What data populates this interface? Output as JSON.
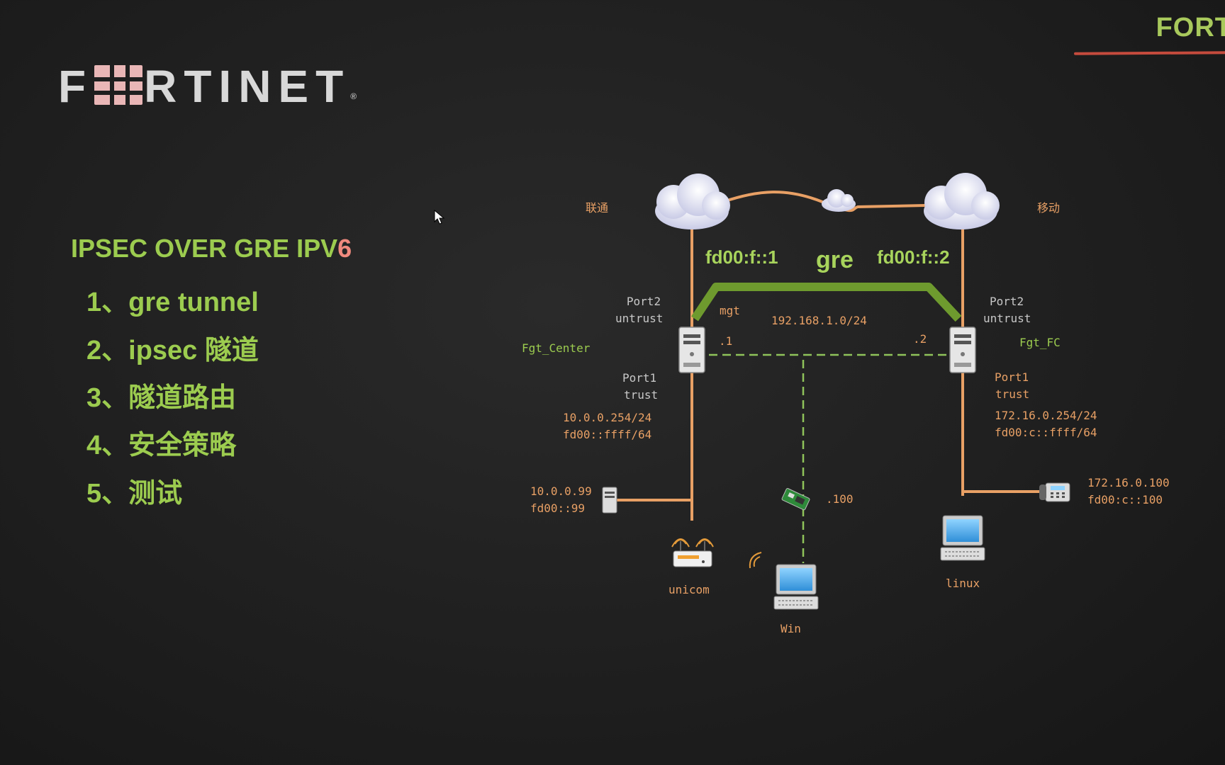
{
  "header": {
    "logo_text_1": "F",
    "logo_text_2": "RTINET",
    "logo_mark": "®",
    "corner_title": "FORT"
  },
  "slide": {
    "title_main": "IPSEC OVER GRE IPV",
    "title_accent": "6",
    "steps": [
      "1、gre tunnel",
      "2、ipsec 隧道",
      "3、隧道路由",
      "4、安全策略",
      "5、测试"
    ]
  },
  "diagram": {
    "isp_left": "联通",
    "isp_right": "移动",
    "tunnel_left_ip": "fd00:f::1",
    "tunnel_label": "gre",
    "tunnel_right_ip": "fd00:f::2",
    "left_fw": {
      "port2": "Port2",
      "port2_zone": "untrust",
      "name": "Fgt_Center",
      "port1": "Port1",
      "port1_zone": "trust",
      "ipv4": "10.0.0.254/24",
      "ipv6": "fd00::ffff/64",
      "mgt_ip": ".1"
    },
    "right_fw": {
      "port2": "Port2",
      "port2_zone": "untrust",
      "name": "Fgt_FC",
      "port1": "Port1",
      "port1_zone": "trust",
      "ipv4": "172.16.0.254/24",
      "ipv6": "fd00:c::ffff/64",
      "mgt_ip": ".2"
    },
    "mgt_label": "mgt",
    "mgt_network": "192.168.1.0/24",
    "left_host_ipv4": "10.0.0.99",
    "left_host_ipv6": "fd00::99",
    "right_host_ipv4": "172.16.0.100",
    "right_host_ipv6": "fd00:c::100",
    "mgt_host_ip": ".100",
    "router_label": "unicom",
    "win_label": "Win",
    "linux_label": "linux",
    "colors": {
      "wire": "#e8a065",
      "tunnel": "#6e9a2e",
      "mgt_dash": "#8fc35a",
      "green_text": "#9ccc4f",
      "orange_text": "#e8a065",
      "logo_accent": "#e9b6b6",
      "corner_line": "#c54b3d"
    }
  }
}
